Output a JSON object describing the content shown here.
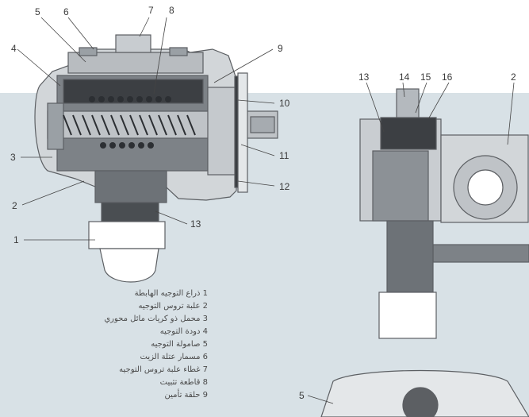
{
  "colors": {
    "band": "#d8e1e6",
    "housing_fill": "#cfd3d6",
    "housing_stroke": "#5c5f63",
    "dark": "#3c3f43",
    "mid": "#8f9398",
    "text": "#3a3a3a"
  },
  "callouts_left": [
    "1",
    "2",
    "3",
    "4",
    "5",
    "6",
    "7",
    "8",
    "9",
    "10",
    "11",
    "12",
    "13"
  ],
  "callouts_right": [
    "13",
    "14",
    "15",
    "16",
    "2",
    "5"
  ],
  "legend": [
    "1  ذراع التوجيه الهابطة",
    "2  علبة تروس التوجيه",
    "3  محمل ذو كريات مائل محوري",
    "4  دودة التوجيه",
    "5  صامولة التوجيه",
    "6  مسمار عتلة الزيت",
    "7  غطاء علبة تروس التوجيه",
    "8  قاطعة تثبيت",
    "9  حلقة تأمين"
  ]
}
